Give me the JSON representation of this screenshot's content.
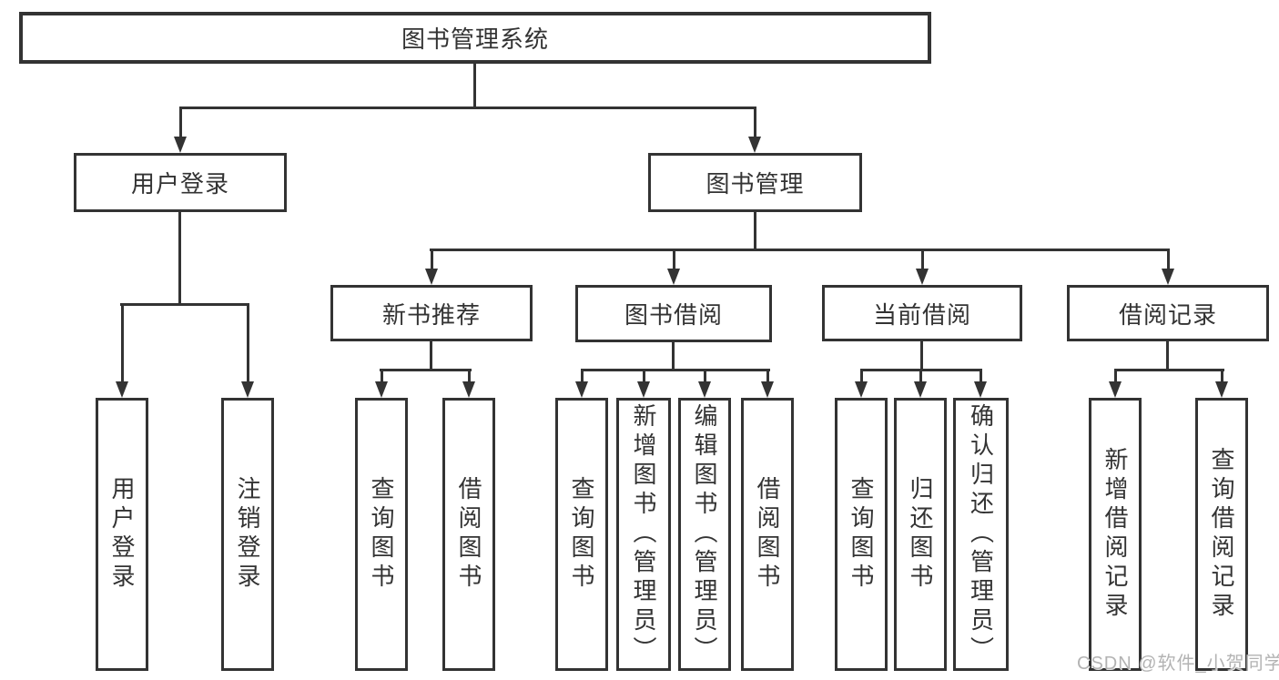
{
  "tree": {
    "label": "图书管理系统",
    "children": [
      {
        "label": "用户登录",
        "children": [
          {
            "label": "用户登录"
          },
          {
            "label": "注销登录"
          }
        ]
      },
      {
        "label": "图书管理",
        "children": [
          {
            "label": "新书推荐",
            "children": [
              {
                "label": "查询图书"
              },
              {
                "label": "借阅图书"
              }
            ]
          },
          {
            "label": "图书借阅",
            "children": [
              {
                "label": "查询图书"
              },
              {
                "label": "新增图书（管理员）"
              },
              {
                "label": "编辑图书（管理员）"
              },
              {
                "label": "借阅图书"
              }
            ]
          },
          {
            "label": "当前借阅",
            "children": [
              {
                "label": "查询图书"
              },
              {
                "label": "归还图书"
              },
              {
                "label": "确认归还（管理员）"
              }
            ]
          },
          {
            "label": "借阅记录",
            "children": [
              {
                "label": "新增借阅记录"
              },
              {
                "label": "查询借阅记录"
              }
            ]
          }
        ]
      }
    ]
  },
  "watermark": {
    "text": "CSDN @软件_小贺同学"
  },
  "colors": {
    "line": "#333333",
    "text": "#333333",
    "background": "#ffffff",
    "watermark": "#b3b3b3"
  }
}
